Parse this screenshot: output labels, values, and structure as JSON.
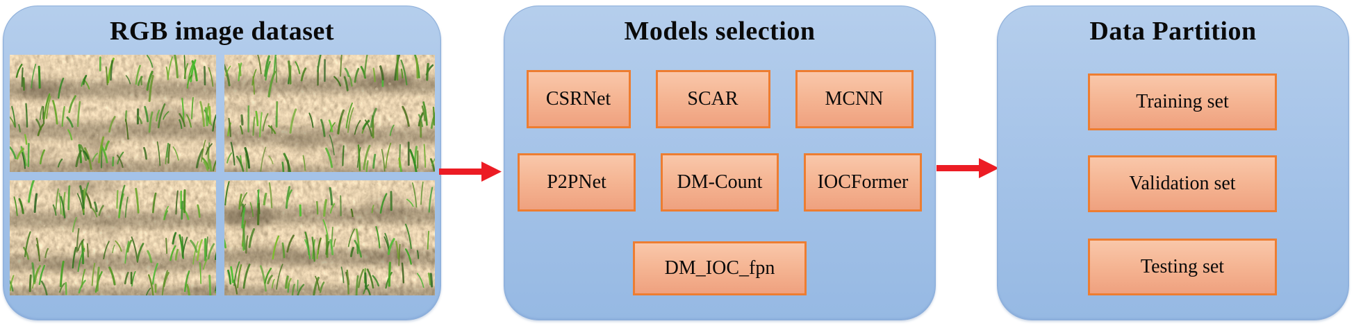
{
  "left_panel": {
    "title": "RGB image dataset",
    "images": [
      "wheat-seedling-field-photo-1",
      "wheat-seedling-field-photo-2",
      "wheat-seedling-field-photo-3",
      "wheat-seedling-field-photo-4"
    ]
  },
  "models_panel": {
    "title": "Models selection",
    "rows": [
      [
        "CSRNet",
        "SCAR",
        "MCNN"
      ],
      [
        "P2PNet",
        "DM-Count",
        "IOCFormer"
      ],
      [
        "DM_IOC_fpn"
      ]
    ]
  },
  "partition_panel": {
    "title": "Data Partition",
    "sets": [
      "Training set",
      "Validation set",
      "Testing set"
    ]
  },
  "arrows": [
    {
      "name": "flow-arrow-dataset-to-models",
      "direction": "right"
    },
    {
      "name": "flow-arrow-models-to-partition",
      "direction": "right"
    }
  ],
  "colors": {
    "panel_blue": "#a6c4e8",
    "box_fill": "#f5b593",
    "box_border": "#ed7d31",
    "arrow_red": "#ec1c24",
    "title_text": "#0a0a0a"
  }
}
